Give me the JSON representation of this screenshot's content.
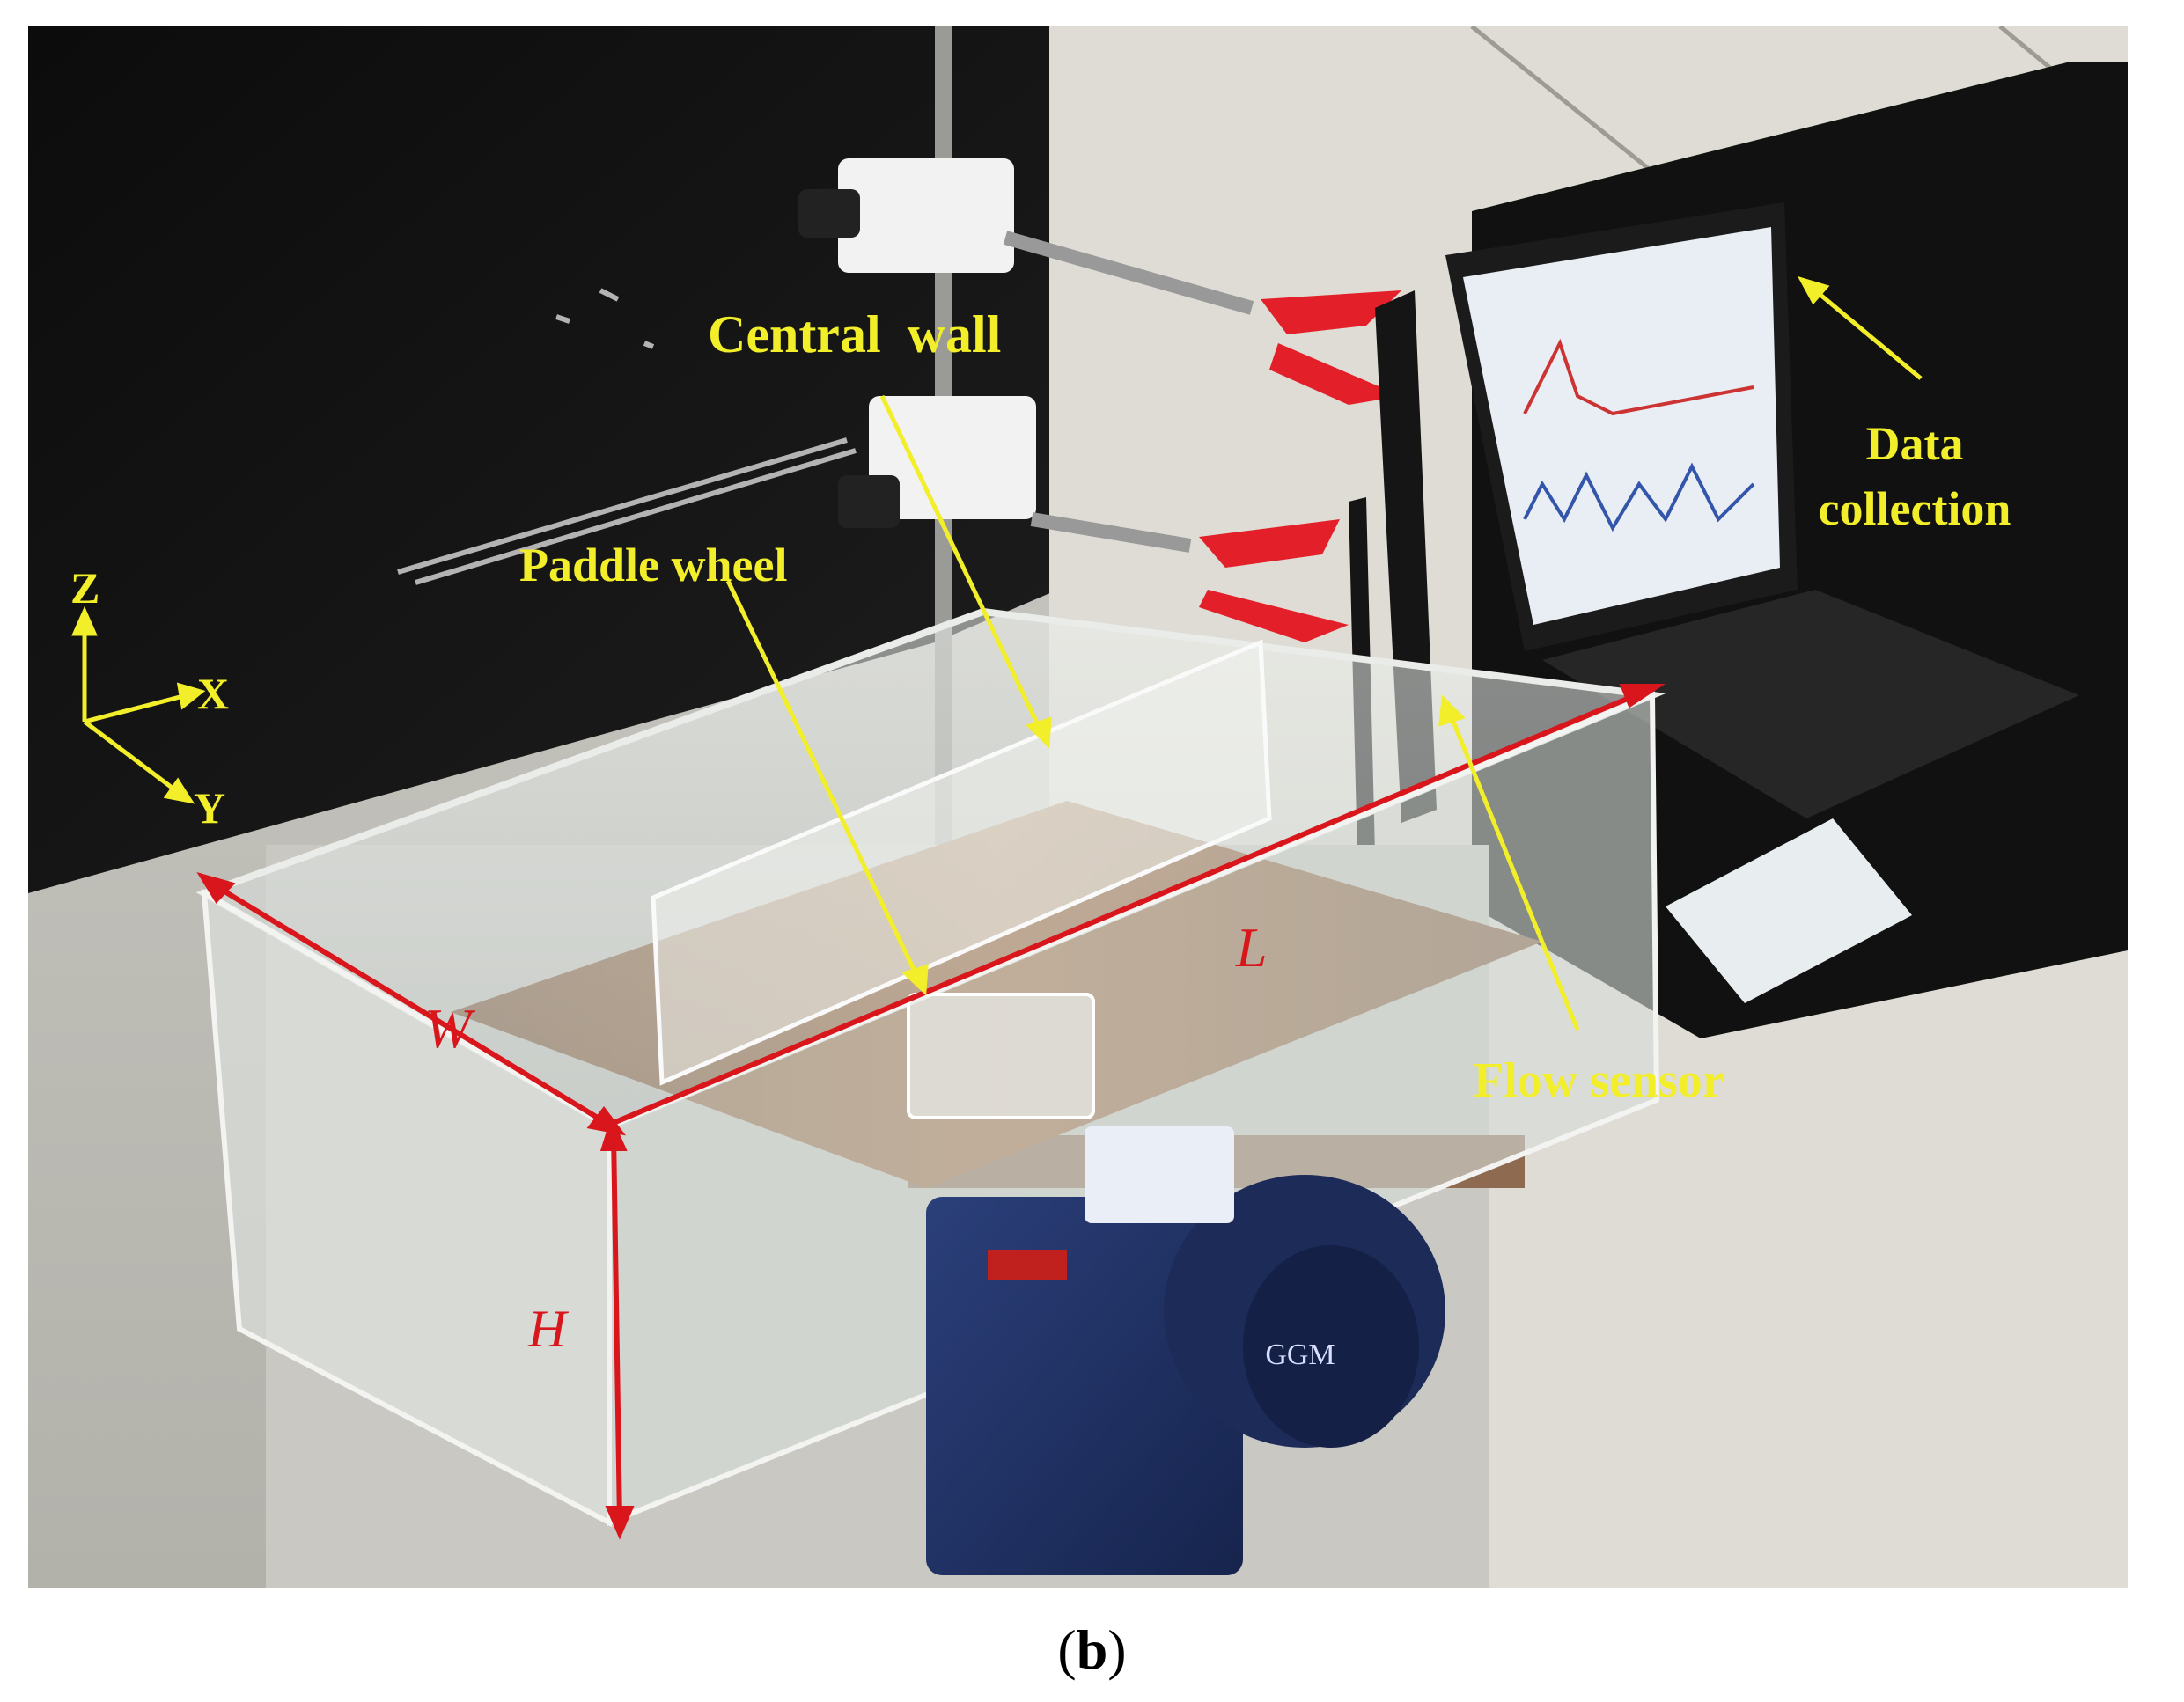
{
  "photo": {
    "labels": {
      "central_wall": "Central  wall",
      "paddle_wheel": "Paddle wheel",
      "data_collection_line1": "Data",
      "data_collection_line2": "collection",
      "flow_sensor": "Flow sensor"
    },
    "dimensions": {
      "length": "L",
      "width": "W",
      "height": "H"
    },
    "axes": {
      "x": "X",
      "y": "Y",
      "z": "Z"
    },
    "controller_brand": "GGM",
    "colors": {
      "label_yellow": "#f2ee2a",
      "dimension_red": "#d8161c",
      "clamp_red": "#e3202a"
    }
  },
  "caption": {
    "open": "(",
    "letter": "b",
    "close": ")"
  }
}
